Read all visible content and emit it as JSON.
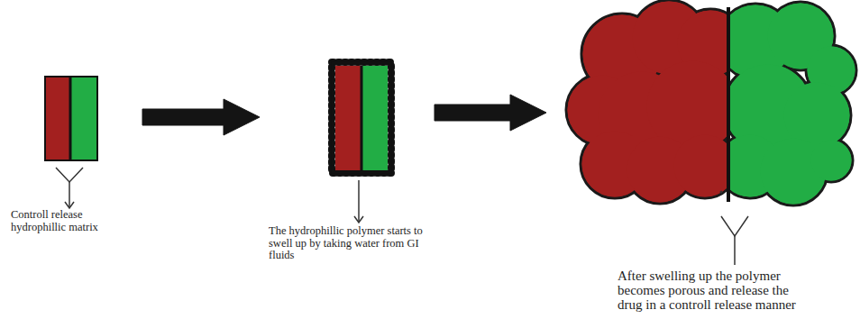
{
  "diagram": {
    "nodes": [
      {
        "text": [
          "Controll release hydrophillic matrix"
        ]
      },
      {
        "text": [
          "The hydrophillic polymer starts to swell up by taking water from GI fluids"
        ]
      },
      {
        "text": [
          "After swelling up the polymer becomes porous and release the drug in a controll release manner"
        ]
      }
    ],
    "edges": [
      {
        "from": 0,
        "to": 1,
        "arrow": "to"
      },
      {
        "from": 1,
        "to": 2,
        "arrow": "to"
      }
    ]
  }
}
